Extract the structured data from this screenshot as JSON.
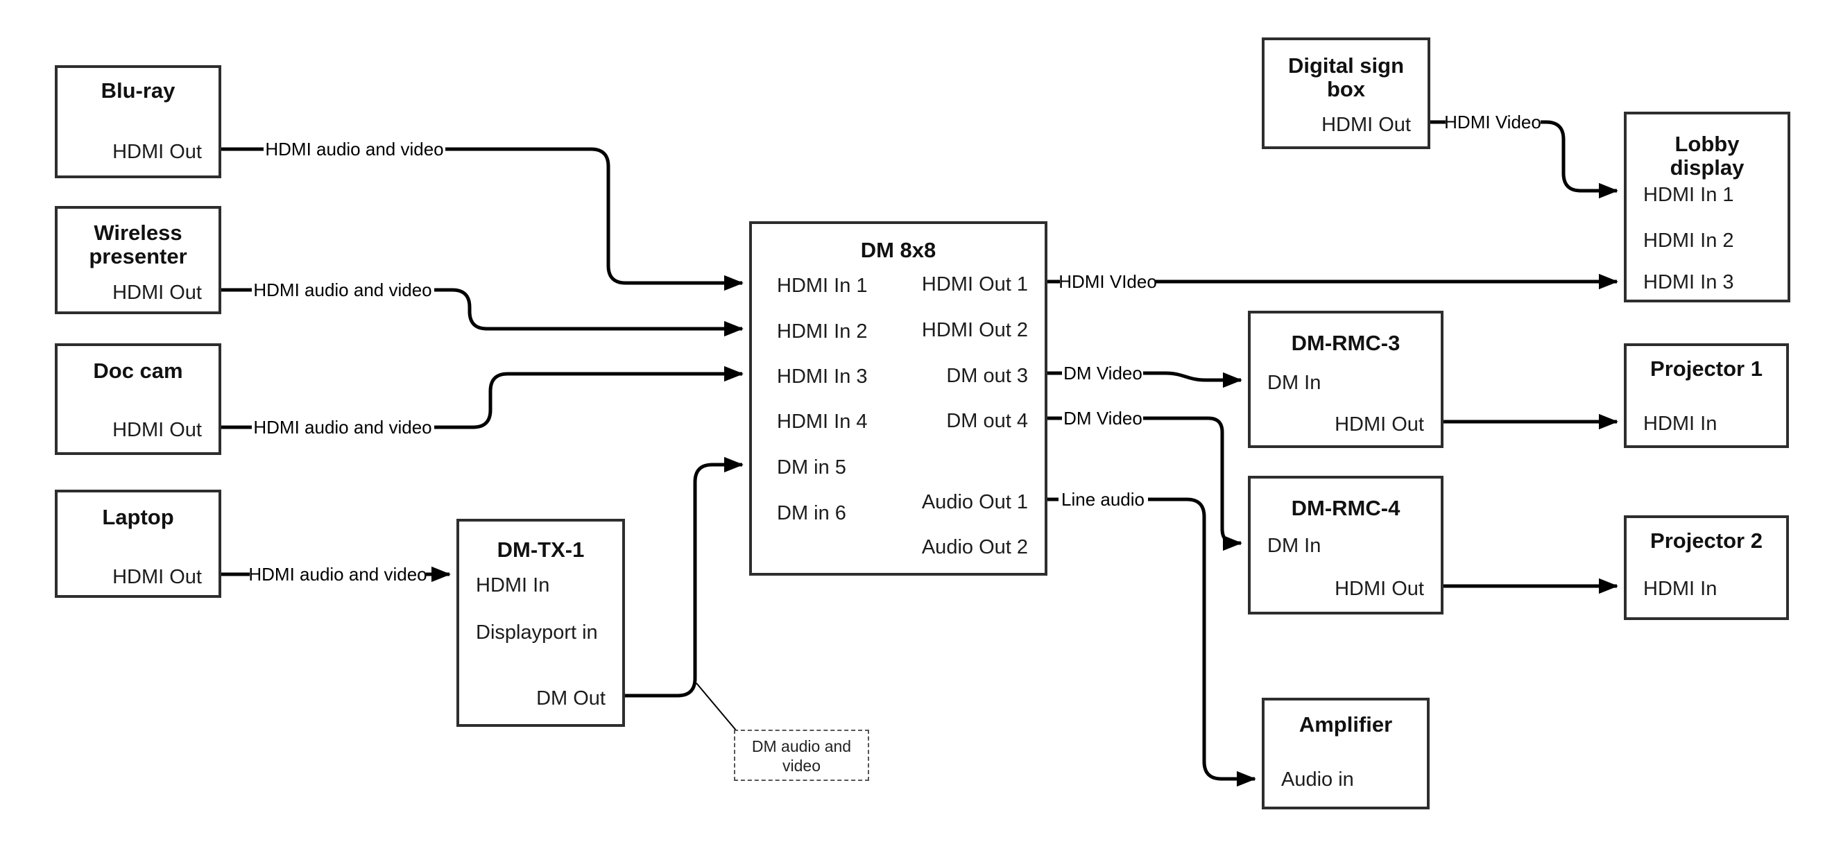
{
  "nodes": {
    "blu_ray": {
      "title": "Blu-ray",
      "port_hdmi_out": "HDMI Out"
    },
    "wireless_presenter": {
      "title_line1": "Wireless",
      "title_line2": "presenter",
      "port_hdmi_out": "HDMI Out"
    },
    "doc_cam": {
      "title": "Doc cam",
      "port_hdmi_out": "HDMI Out"
    },
    "laptop": {
      "title": "Laptop",
      "port_hdmi_out": "HDMI Out"
    },
    "dm_tx_1": {
      "title": "DM-TX-1",
      "port_hdmi_in": "HDMI In",
      "port_displayport_in": "Displayport in",
      "port_dm_out": "DM Out"
    },
    "dm_8x8": {
      "title": "DM 8x8",
      "ports_in": [
        "HDMI In 1",
        "HDMI In 2",
        "HDMI In 3",
        "HDMI In 4",
        "DM in 5",
        "DM in 6"
      ],
      "ports_out": [
        "HDMI Out 1",
        "HDMI Out 2",
        "DM out 3",
        "DM out 4",
        "Audio Out 1",
        "Audio Out 2"
      ]
    },
    "digital_sign_box": {
      "title_line1": "Digital sign",
      "title_line2": "box",
      "port_hdmi_out": "HDMI Out"
    },
    "lobby_display": {
      "title_line1": "Lobby",
      "title_line2": "display",
      "ports": [
        "HDMI In 1",
        "HDMI In 2",
        "HDMI In 3"
      ]
    },
    "dm_rmc_3": {
      "title": "DM-RMC-3",
      "port_dm_in": "DM In",
      "port_hdmi_out": "HDMI Out"
    },
    "projector_1": {
      "title": "Projector 1",
      "port_hdmi_in": "HDMI In"
    },
    "dm_rmc_4": {
      "title": "DM-RMC-4",
      "port_dm_in": "DM In",
      "port_hdmi_out": "HDMI Out"
    },
    "projector_2": {
      "title": "Projector 2",
      "port_hdmi_in": "HDMI In"
    },
    "amplifier": {
      "title": "Amplifier",
      "port_audio_in": "Audio in"
    }
  },
  "connection_labels": {
    "hdmi_audio_video": "HDMI audio and video",
    "hdmi_video_out1": "HDMI VIdeo",
    "dm_video": "DM Video",
    "line_audio": "Line audio",
    "hdmi_video_sign": "HDMI Video"
  },
  "note": {
    "line1": "DM audio and",
    "line2": "video"
  },
  "colors": {
    "line": "#000000",
    "box_border": "#2e2e2e",
    "background": "#ffffff"
  }
}
